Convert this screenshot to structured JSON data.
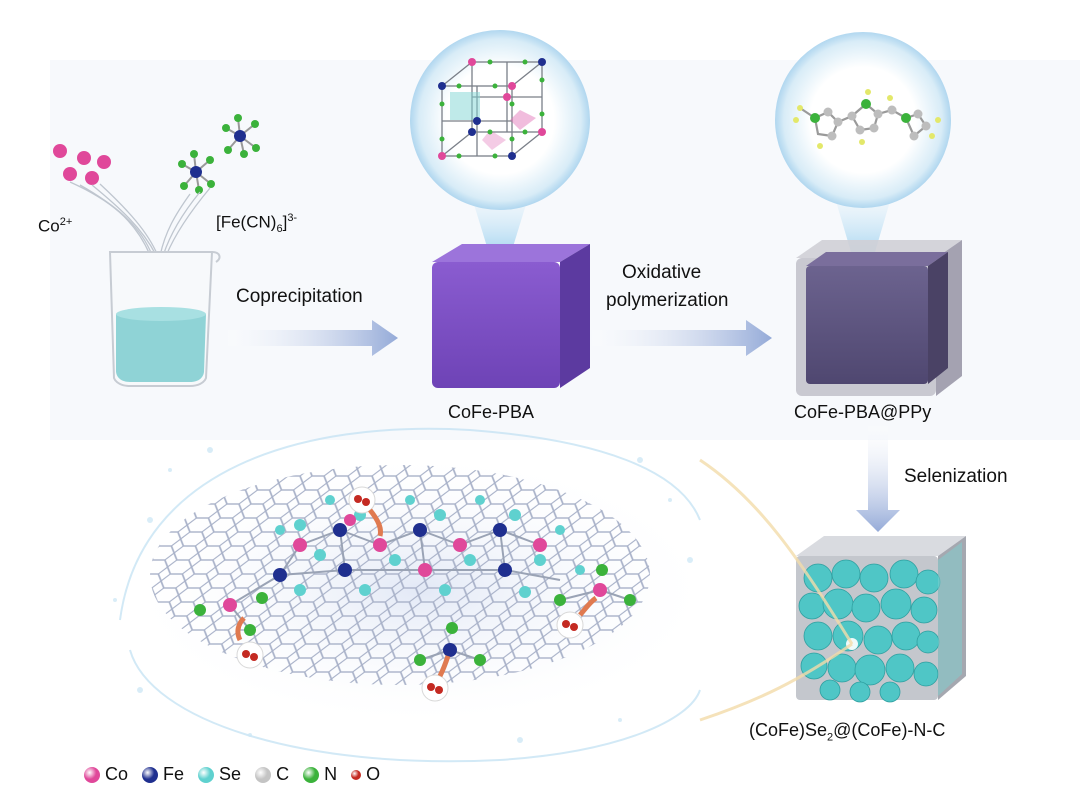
{
  "reactants": {
    "cobalt_label": "Co",
    "cobalt_charge": "2+",
    "ferricyanide_open": "[Fe(CN)",
    "ferricyanide_sub": "6",
    "ferricyanide_close": "]",
    "ferricyanide_charge": "3-"
  },
  "steps": {
    "coprecipitation": "Coprecipitation",
    "oxidative_line1": "Oxidative",
    "oxidative_line2": "polymerization",
    "selenization": "Selenization"
  },
  "products": {
    "pba": "CoFe-PBA",
    "pba_ppy": "CoFe-PBA@PPy",
    "final_part1": "(CoFe)Se",
    "final_sub": "2",
    "final_part2": "@(CoFe)-N-C"
  },
  "legend": [
    {
      "label": "Co",
      "color": "#e0489a"
    },
    {
      "label": "Fe",
      "color": "#1f2f8f"
    },
    {
      "label": "Se",
      "color": "#5fd1cf"
    },
    {
      "label": "C",
      "color": "#c4c4c4"
    },
    {
      "label": "N",
      "color": "#3bb23b"
    },
    {
      "label": "O",
      "color": "#c42a22"
    }
  ],
  "colors": {
    "cube_purple": "#7b4fc0",
    "ppy_cube": "#5e5580",
    "selenide_teal": "#4fc6c6",
    "arrow_blue": "#9db0d8",
    "solution_teal": "#8fd3d6"
  }
}
